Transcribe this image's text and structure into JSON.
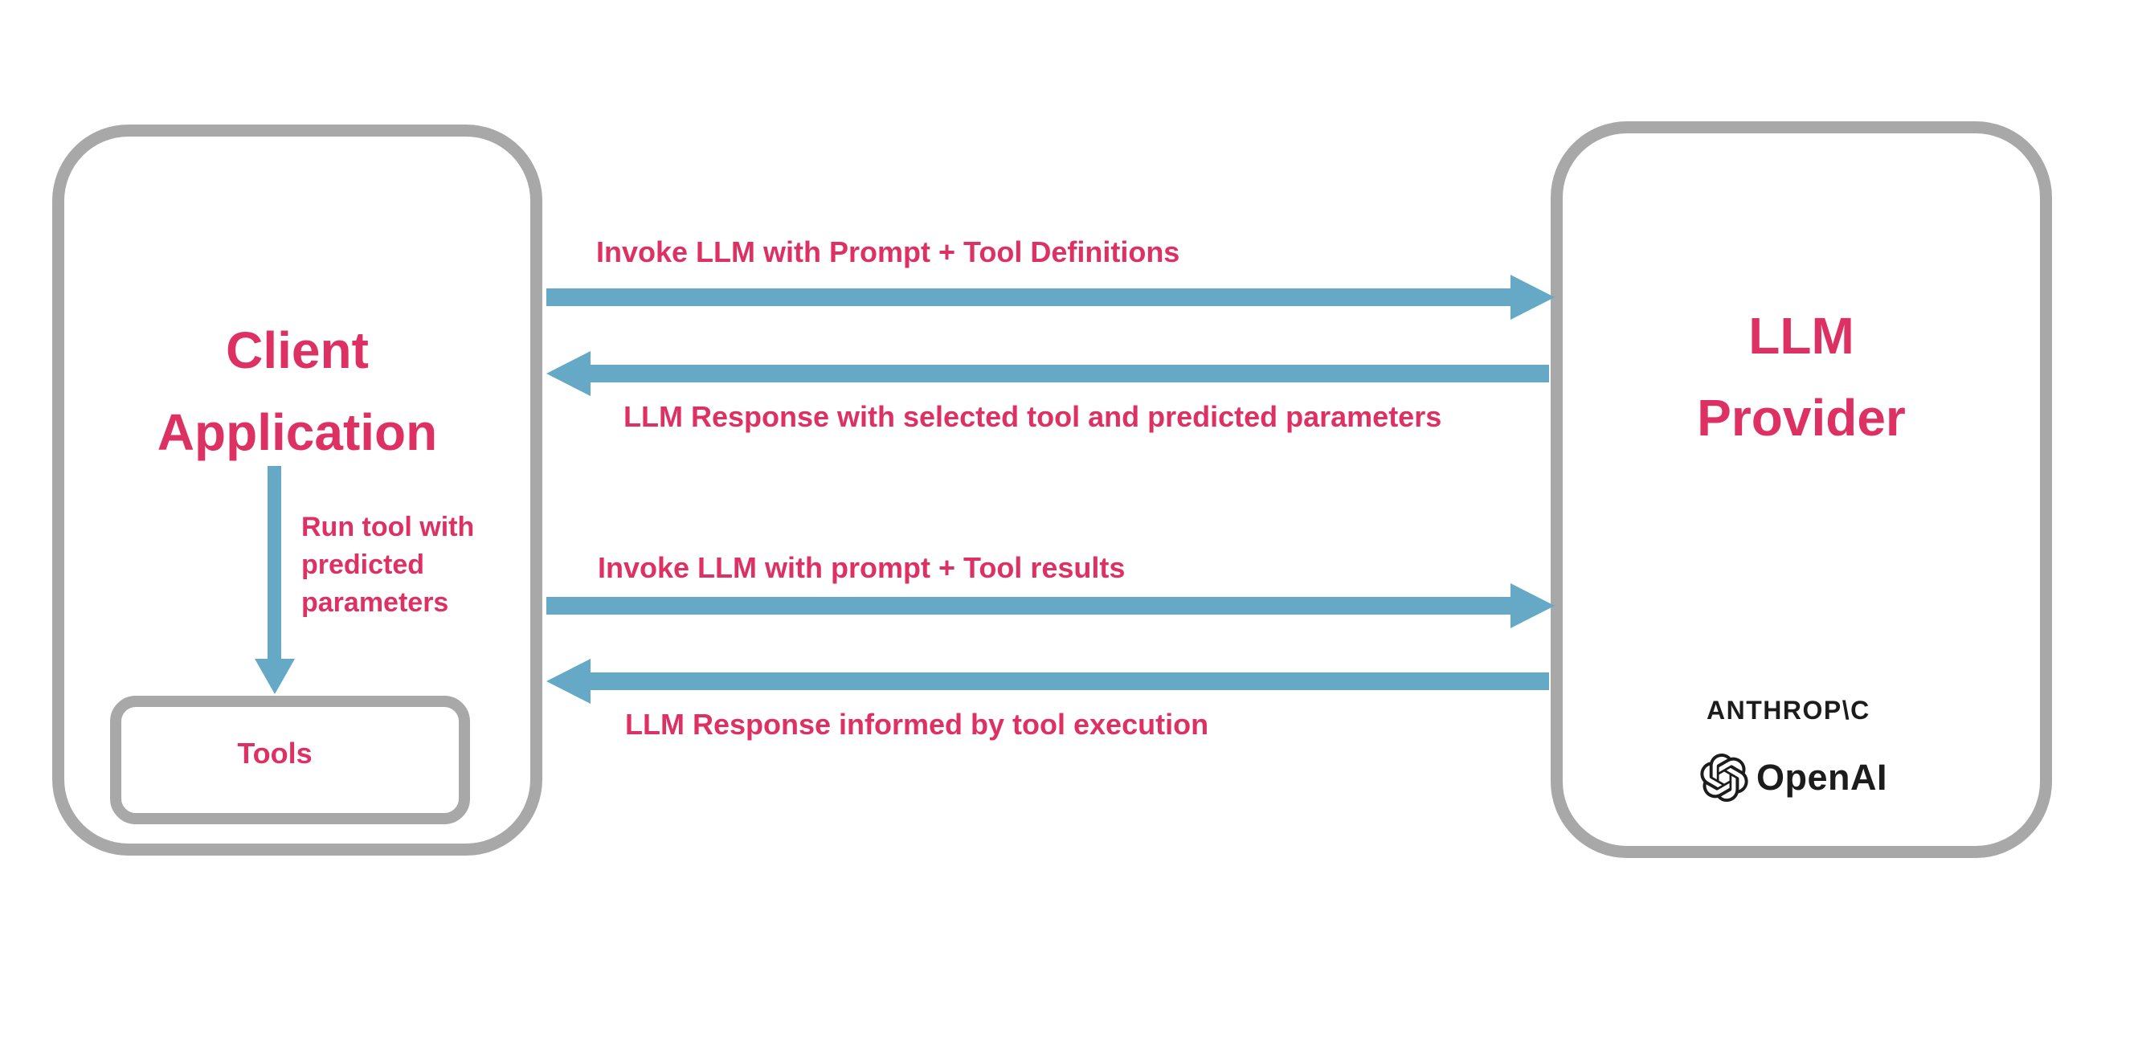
{
  "diagram": {
    "client_box": {
      "title_line1": "Client",
      "title_line2": "Application",
      "tools_label": "Tools"
    },
    "provider_box": {
      "title_line1": "LLM",
      "title_line2": "Provider",
      "anthropic_logo_text": "ANTHROP\\C",
      "openai_logo_text": "OpenAI"
    },
    "arrows": [
      {
        "label": "Invoke LLM with Prompt + Tool Definitions",
        "direction": "left-to-right"
      },
      {
        "label": "LLM Response with selected tool and predicted parameters",
        "direction": "right-to-left"
      },
      {
        "label": "Invoke LLM with prompt + Tool results",
        "direction": "left-to-right"
      },
      {
        "label": "LLM Response informed by tool execution",
        "direction": "right-to-left"
      }
    ],
    "tool_run_arrow": {
      "label": "Run tool with predicted parameters",
      "direction": "top-to-bottom"
    },
    "colors": {
      "accent_pink": "#de3163",
      "arrow_blue": "#65a9c6",
      "border_gray": "#a8a8a8",
      "logo_black": "#1c1c1c"
    }
  }
}
